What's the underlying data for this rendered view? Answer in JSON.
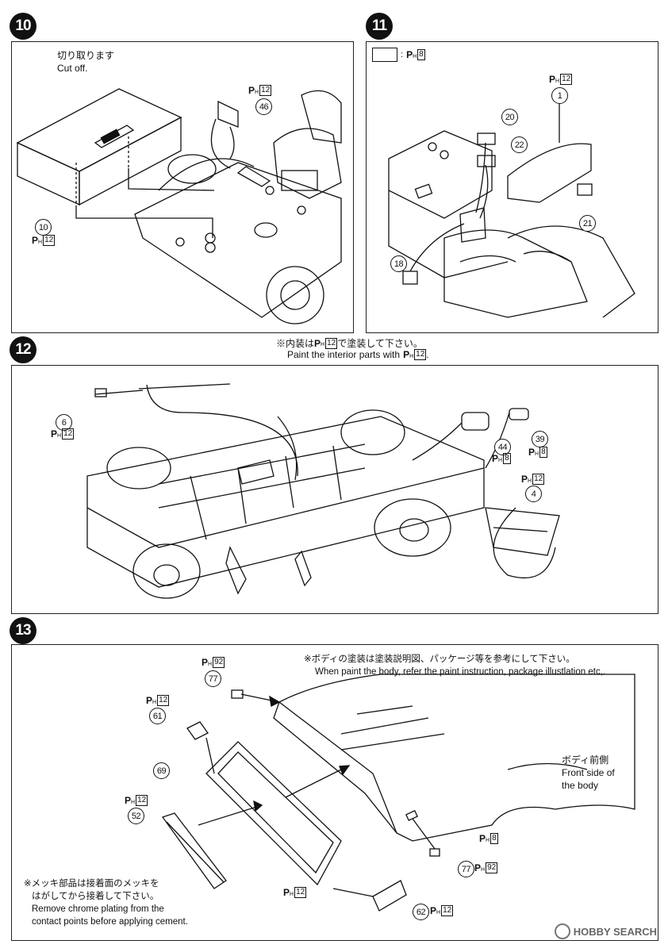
{
  "steps": {
    "s10": {
      "number": "10",
      "note_jp": "切り取ります",
      "note_en": "Cut off.",
      "callouts": {
        "part_46": "46",
        "part_10": "10"
      },
      "paint": {
        "a": "12",
        "b": "12"
      }
    },
    "s11": {
      "number": "11",
      "legend_colon": ":",
      "legend_paint": "8",
      "callouts": {
        "part_1": "1",
        "part_20": "20",
        "part_22": "22",
        "part_21": "21",
        "part_18": "18"
      },
      "paint": {
        "a": "12"
      }
    },
    "s12": {
      "number": "12",
      "note_jp_pre": "※内装は",
      "note_jp_paint": "12",
      "note_jp_post": "で塗装して下さい。",
      "note_en_pre": "Paint the interior parts with",
      "note_en_paint": "12",
      "note_en_post": ".",
      "callouts": {
        "part_6": "6",
        "part_44": "44",
        "part_39": "39",
        "part_4": "4"
      },
      "paint": {
        "p6": "12",
        "p44": "8",
        "p39": "8",
        "p4": "12"
      }
    },
    "s13": {
      "number": "13",
      "note_jp": "※ボディの塗装は塗装説明図、パッケージ等を参考にして下さい。",
      "note_en": "When paint the body, refer the paint instruction, package illustlation etc,.",
      "front_jp": "ボディ前側",
      "front_en1": "Front side of",
      "front_en2": "the body",
      "chrome_jp1": "※メッキ部品は接着面のメッキを",
      "chrome_jp2": "はがしてから接着して下さい。",
      "chrome_en1": "Remove chrome plating from the",
      "chrome_en2": "contact points before applying cement.",
      "callouts": {
        "part_77a": "77",
        "part_61": "61",
        "part_69": "69",
        "part_52": "52",
        "part_77b": "77",
        "part_62": "62"
      },
      "paint": {
        "p77a": "92",
        "p61": "12",
        "p52": "12",
        "p69": "12",
        "front": "8",
        "p77b": "92",
        "p62": "12"
      }
    }
  },
  "paint_prefix": {
    "p": "P",
    "h": "H"
  },
  "watermark": "HOBBY SEARCH"
}
